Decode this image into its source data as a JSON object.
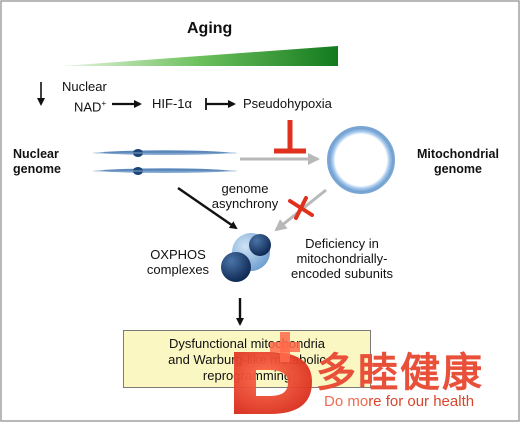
{
  "title": "Aging",
  "pathway": {
    "nuclear_nad_line1": "Nuclear",
    "nuclear_nad_line2": "NAD",
    "nad_sup": "+",
    "hif": "HIF-1α",
    "pseudohypoxia": "Pseudohypoxia"
  },
  "nuclear_genome": {
    "line1": "Nuclear",
    "line2": "genome"
  },
  "mito_genome": {
    "line1": "Mitochondrial",
    "line2": "genome"
  },
  "asynchrony": {
    "line1": "genome",
    "line2": "asynchrony"
  },
  "oxphos": {
    "line1": "OXPHOS",
    "line2": "complexes"
  },
  "deficiency": {
    "line1": "Deficiency in",
    "line2": "mitochondrially-",
    "line3": "encoded subunits"
  },
  "outcome": {
    "line1": "Dysfunctional mitochondria",
    "line2": "and Warburg-like metabolic",
    "line3": "reprogramming"
  },
  "watermark": {
    "brand_cn": "多睦健康",
    "tagline_a": "Do mo",
    "tagline_b": "re for our health"
  },
  "colors": {
    "aging_wedge": "#1f8a2a",
    "inhibition": "#e0301e",
    "genome_blue": "#2f5f9a",
    "mito_ring": "#8fb7df",
    "outcome_fill": "#fbf7c2"
  }
}
